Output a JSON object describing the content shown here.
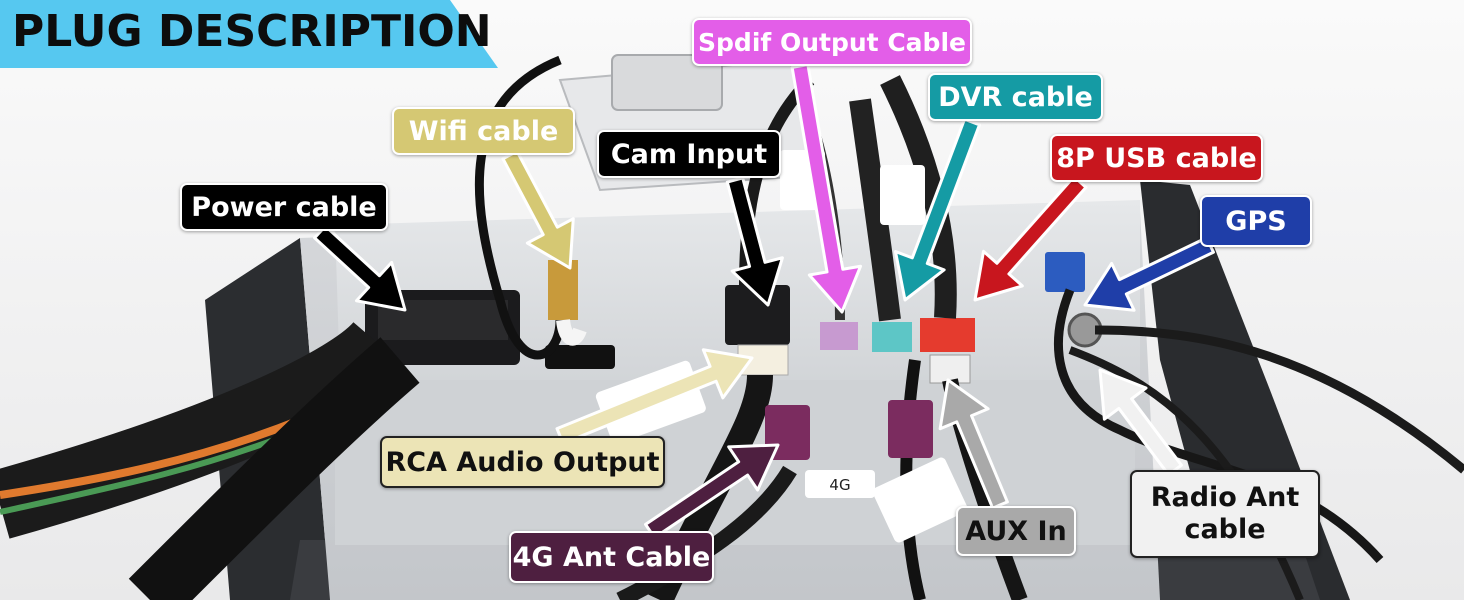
{
  "title": "PLUG DESCRIPTION",
  "colors": {
    "banner": "#56c8f0",
    "power": "#000000",
    "wifi": "#d5c873",
    "cam": "#000000",
    "spdif": "#e35ee8",
    "dvr": "#159ba4",
    "usb": "#c8161e",
    "gps": "#1f3ea8",
    "rca": "#ece4b6",
    "ant4g": "#4e1f40",
    "aux": "#a9a9a9",
    "radio": "#f1f1f1"
  },
  "labels": {
    "power": "Power cable",
    "wifi": "Wifi cable",
    "cam": "Cam Input",
    "spdif": "Spdif Output Cable",
    "dvr": "DVR cable",
    "usb": "8P USB cable",
    "gps": "GPS",
    "rca": "RCA Audio Output",
    "ant4g": "4G Ant Cable",
    "aux": "AUX In",
    "radio_line1": "Radio Ant",
    "radio_line2": "cable"
  },
  "photo_text": {
    "tag_4g": "4G"
  }
}
